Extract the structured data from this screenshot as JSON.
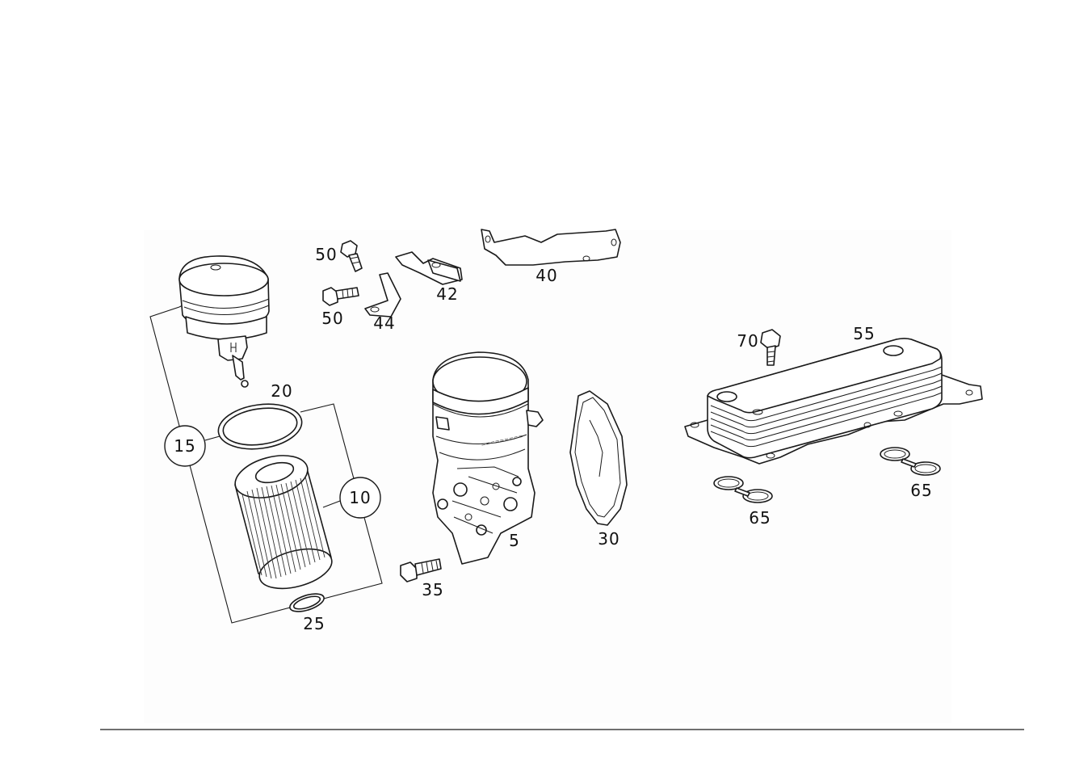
{
  "diagram": {
    "labels": {
      "p5": "5",
      "p10": "10",
      "p15": "15",
      "p20": "20",
      "p25": "25",
      "p30": "30",
      "p35": "35",
      "p40": "40",
      "p42": "42",
      "p44": "44",
      "p50a": "50",
      "p50b": "50",
      "p55": "55",
      "p65a": "65",
      "p65b": "65",
      "p70": "70"
    }
  }
}
